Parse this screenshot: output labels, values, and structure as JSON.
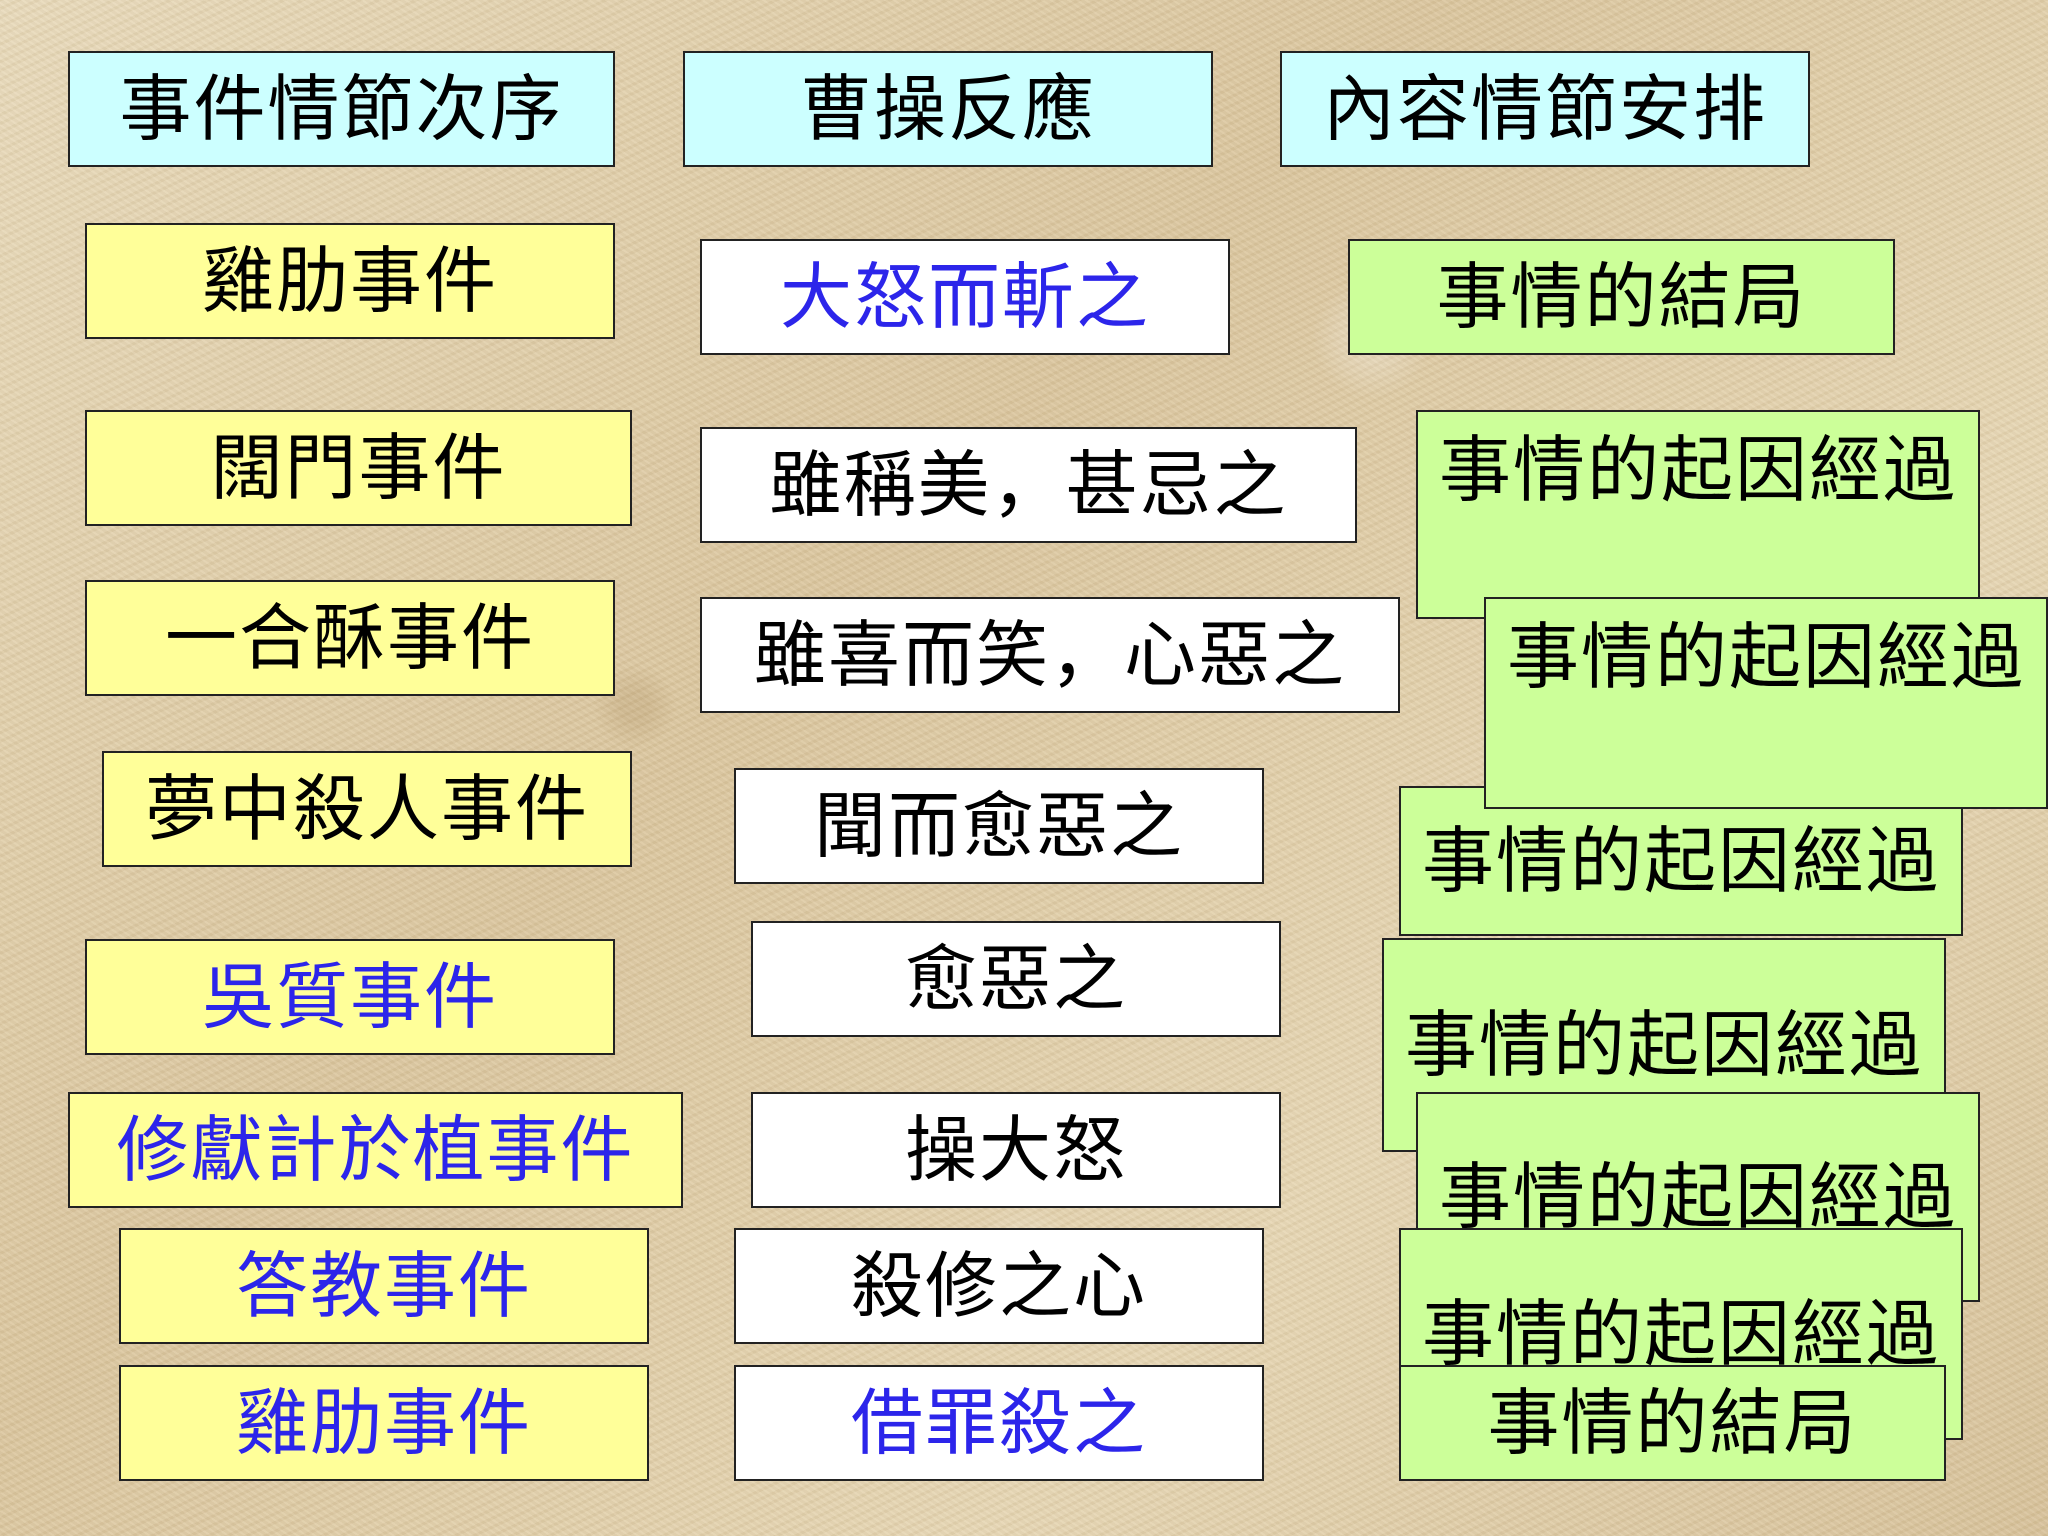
{
  "headers": {
    "sequence": "事件情節次序",
    "reaction": "曹操反應",
    "arrangement": "內容情節安排"
  },
  "rows": [
    {
      "event": "雞肋事件",
      "reaction": "大怒而斬之",
      "content": "事情的結局"
    },
    {
      "event": "闊門事件",
      "reaction": "雖稱美，甚忌之",
      "content": "事情的起因經過"
    },
    {
      "event": "一合酥事件",
      "reaction": "雖喜而笑，心惡之",
      "content": "事情的起因經過"
    },
    {
      "event": "夢中殺人事件",
      "reaction": "聞而愈惡之",
      "content": "事情的起因經過"
    },
    {
      "event": "吳質事件",
      "reaction": "愈惡之",
      "content": "事情的起因經過"
    },
    {
      "event": "修獻計於植事件",
      "reaction": "操大怒",
      "content": "事情的起因經過"
    },
    {
      "event": "答教事件",
      "reaction": "殺修之心",
      "content": "事情的起因經過"
    },
    {
      "event": "雞肋事件",
      "reaction": "借罪殺之",
      "content": "事情的結局"
    }
  ],
  "colors": {
    "header_fill": "#ccffff",
    "event_fill": "#ffff99",
    "reaction_fill": "#ffffff",
    "content_fill": "#ccff99",
    "blue_text": "#2c25ea",
    "black_text": "#000000"
  }
}
